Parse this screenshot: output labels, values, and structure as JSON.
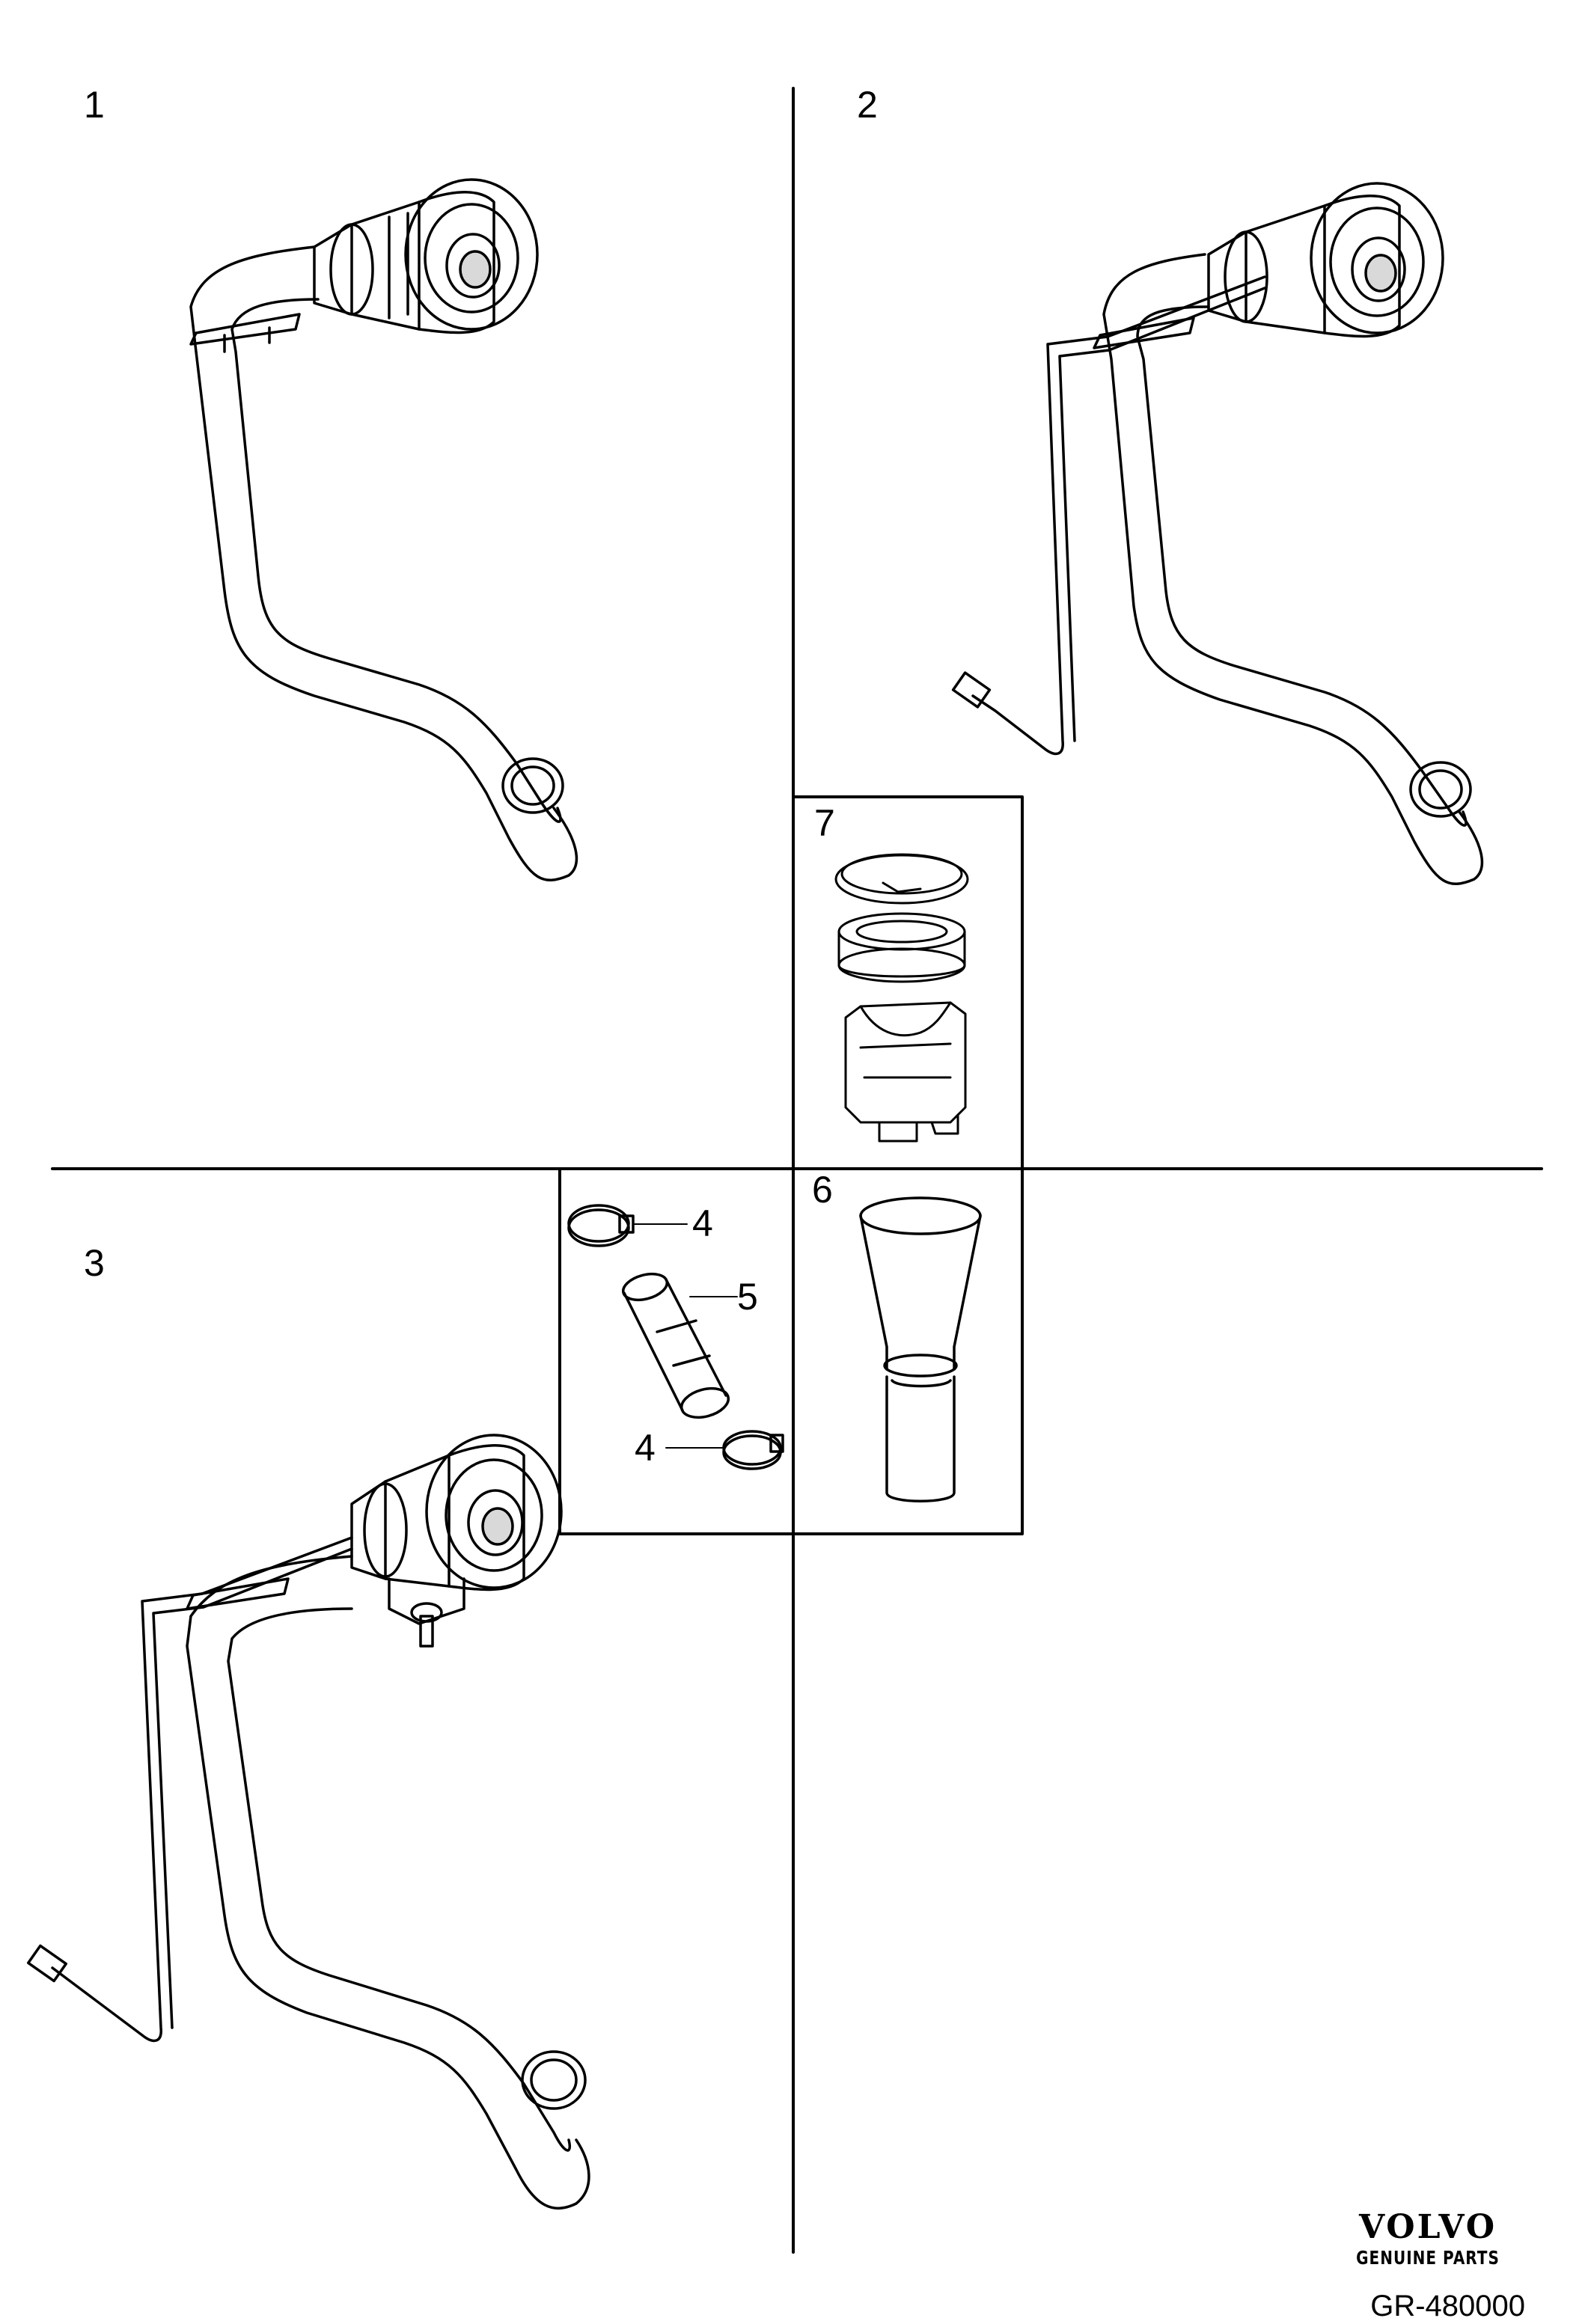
{
  "callouts": {
    "panel_1": "1",
    "panel_2": "2",
    "panel_3": "3",
    "clamp_top": "4",
    "hose": "5",
    "clamp_bottom": "4",
    "funnel": "6",
    "insert_kit": "7"
  },
  "brand": {
    "name": "VOLVO",
    "tagline": "GENUINE PARTS"
  },
  "reference_code": "GR-480000",
  "colors": {
    "line": "#000000",
    "background": "#ffffff",
    "shade": "#d9d9d9"
  }
}
